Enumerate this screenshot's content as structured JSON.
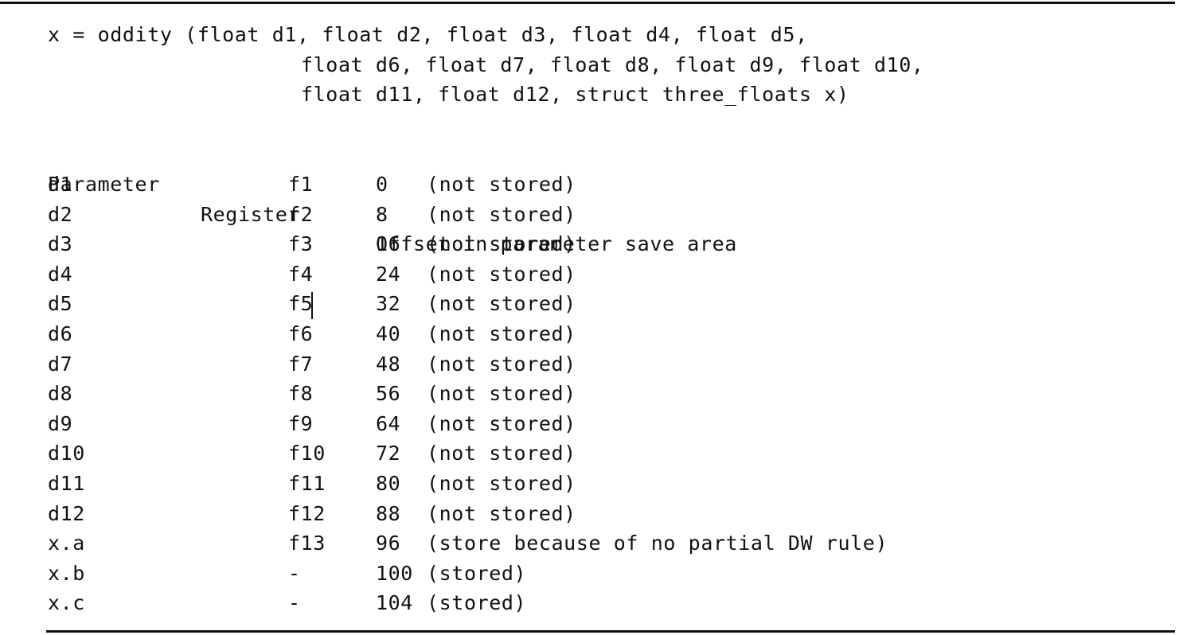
{
  "signature": {
    "line1": "x = oddity (float d1, float d2, float d3, float d4, float d5,",
    "line2": "float d6, float d7, float d8, float d9, float d10,",
    "line3": "float d11, float d12, struct three_floats x)"
  },
  "table": {
    "headers": {
      "parameter": "Parameter",
      "register": "Register",
      "offset": "Offset in parameter save area"
    },
    "rows": [
      {
        "param": "d1",
        "reg": "f1",
        "offset": "0",
        "note": "(not stored)"
      },
      {
        "param": "d2",
        "reg": "f2",
        "offset": "8",
        "note": "(not stored)"
      },
      {
        "param": "d3",
        "reg": "f3",
        "offset": "16",
        "note": "(not stored)"
      },
      {
        "param": "d4",
        "reg": "f4",
        "offset": "24",
        "note": "(not stored)"
      },
      {
        "param": "d5",
        "reg": "f5",
        "offset": "32",
        "note": "(not stored)"
      },
      {
        "param": "d6",
        "reg": "f6",
        "offset": "40",
        "note": "(not stored)"
      },
      {
        "param": "d7",
        "reg": "f7",
        "offset": "48",
        "note": "(not stored)"
      },
      {
        "param": "d8",
        "reg": "f8",
        "offset": "56",
        "note": "(not stored)"
      },
      {
        "param": "d9",
        "reg": "f9",
        "offset": "64",
        "note": "(not stored)"
      },
      {
        "param": "d10",
        "reg": "f10",
        "offset": "72",
        "note": "(not stored)"
      },
      {
        "param": "d11",
        "reg": "f11",
        "offset": "80",
        "note": "(not stored)"
      },
      {
        "param": "d12",
        "reg": "f12",
        "offset": "88",
        "note": "(not stored)"
      },
      {
        "param": "x.a",
        "reg": "f13",
        "offset": "96",
        "note": "(store because of no partial DW rule)"
      },
      {
        "param": "x.b",
        "reg": "-",
        "offset": "100",
        "note": "(stored)"
      },
      {
        "param": "x.c",
        "reg": "-",
        "offset": "104",
        "note": "(stored)"
      }
    ]
  }
}
